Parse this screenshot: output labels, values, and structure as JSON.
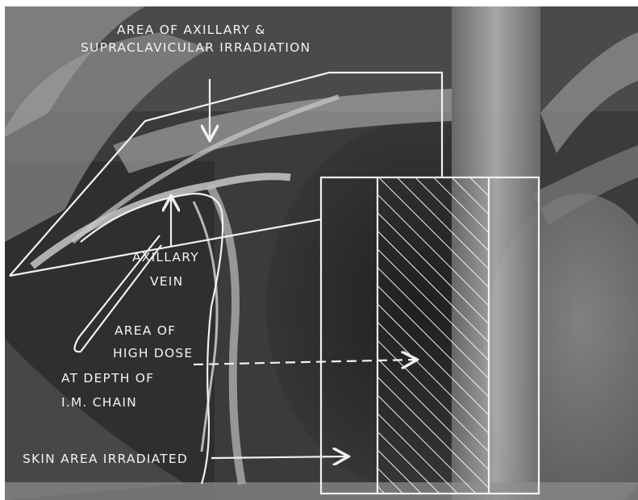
{
  "labels": {
    "axillary_area_line1": "AREA OF AXILLARY &",
    "axillary_area_line2": "SUPRACLAVICULAR IRRADIATION",
    "axillary_vein_line1": "AXILLARY",
    "axillary_vein_line2": "VEIN",
    "high_dose_line1": "AREA OF",
    "high_dose_line2": "HIGH DOSE",
    "high_dose_line3": "AT DEPTH OF",
    "high_dose_line4": "I.M. CHAIN",
    "skin_area": "SKIN AREA IRRADIATED"
  },
  "colors": {
    "annotation": "#f2f2f2",
    "background_dark": "#2e2e2e",
    "background_light": "#9a9a9a"
  }
}
